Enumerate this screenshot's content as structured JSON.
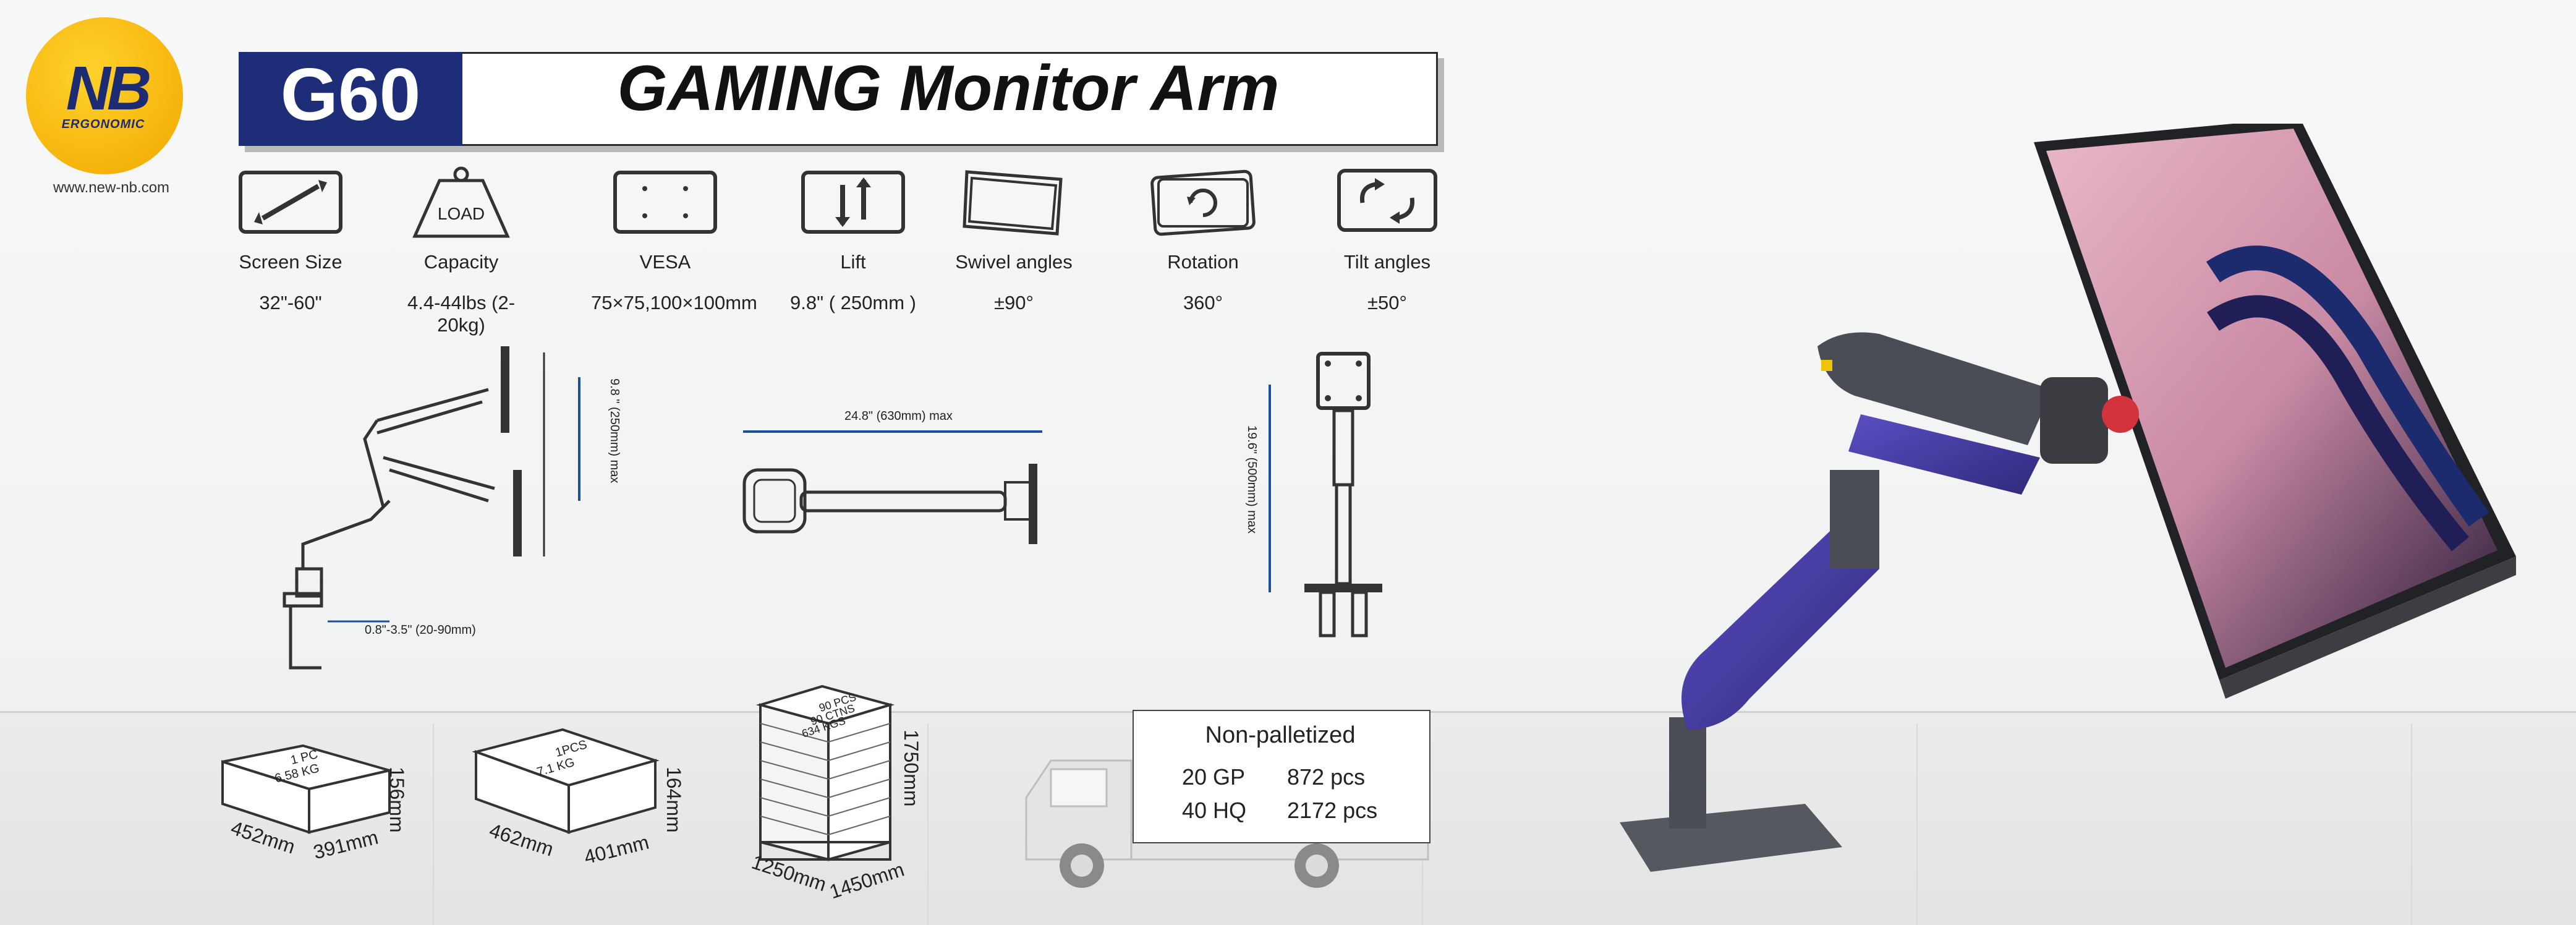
{
  "brand": {
    "logo_letters": "NB",
    "logo_sub": "ERGONOMIC",
    "website": "www.new-nb.com"
  },
  "header": {
    "model": "G60",
    "product": "GAMING Monitor Arm"
  },
  "specs": [
    {
      "icon": "screen-size-icon",
      "label": "Screen Size",
      "value": "32\"-60\""
    },
    {
      "icon": "load-weight-icon",
      "label": "Capacity",
      "value": "4.4-44lbs (2-20kg)",
      "icon_text": "LOAD"
    },
    {
      "icon": "vesa-icon",
      "label": "VESA",
      "value": "75×75,100×100mm"
    },
    {
      "icon": "lift-icon",
      "label": "Lift",
      "value": "9.8\" ( 250mm   )"
    },
    {
      "icon": "swivel-icon",
      "label": "Swivel angles",
      "value": "±90°"
    },
    {
      "icon": "rotation-icon",
      "label": "Rotation",
      "value": "360°"
    },
    {
      "icon": "tilt-icon",
      "label": "Tilt angles",
      "value": "±50°"
    }
  ],
  "diagrams": {
    "lift": "9.8 \" (250mm) max",
    "clamp": "0.8\"-3.5\" (20-90mm)",
    "extension": "24.8\" (630mm) max",
    "height": "19.6\" (500mm) max"
  },
  "packaging": {
    "box1": {
      "label1": "1 PC",
      "label2": "6.58 KG",
      "height": "156mm",
      "length": "452mm",
      "width": "391mm"
    },
    "box2": {
      "label1": "1PCS",
      "label2": "7.1 KG",
      "height": "164mm",
      "length": "462mm",
      "width": "401mm"
    },
    "pallet": {
      "label1": "90 PCS",
      "label2": "90 CTNS",
      "label3": "634 KGS",
      "height": "1750mm",
      "length": "1250mm",
      "width": "1450mm"
    },
    "shipping": {
      "title": "Non-palletized",
      "rows": [
        {
          "container": "20 GP",
          "qty": "872 pcs"
        },
        {
          "container": "40 HQ",
          "qty": "2172 pcs"
        }
      ]
    }
  },
  "colors": {
    "brand_navy": "#1d2d78",
    "logo_yellow": "#f3b400",
    "arm_purple": "#4b3fa8",
    "arm_gray": "#4a4d55"
  }
}
